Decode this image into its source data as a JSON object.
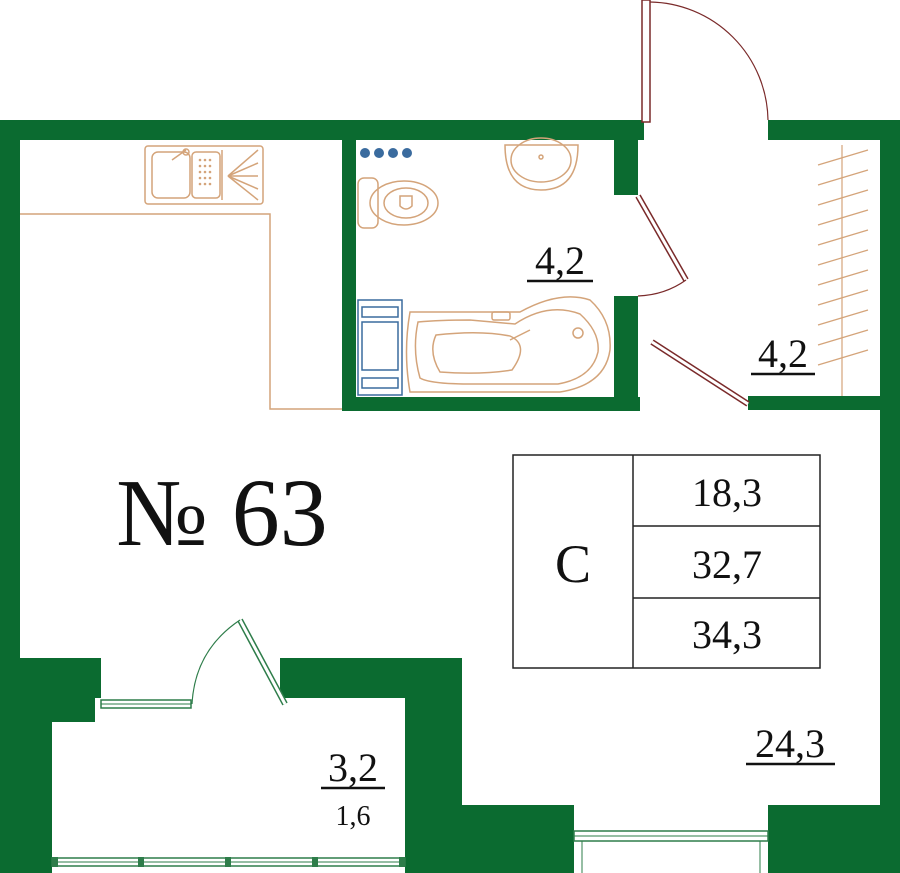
{
  "apartment": {
    "label": "№ 63"
  },
  "rooms": {
    "bathroom_area": "4,2",
    "storage_area": "4,2",
    "main_room_area": "24,3",
    "balcony_area": "3,2",
    "balcony_reduced_area": "1,6"
  },
  "summary_table": {
    "type_label": "С",
    "values": [
      "18,3",
      "32,7",
      "34,3"
    ]
  },
  "colors": {
    "wall": "#0b6b30",
    "fixture": "#d4a47a",
    "door": "#7a2a2a",
    "bath_blue": "#3a6b9e",
    "window_green": "#2e7d4a"
  }
}
